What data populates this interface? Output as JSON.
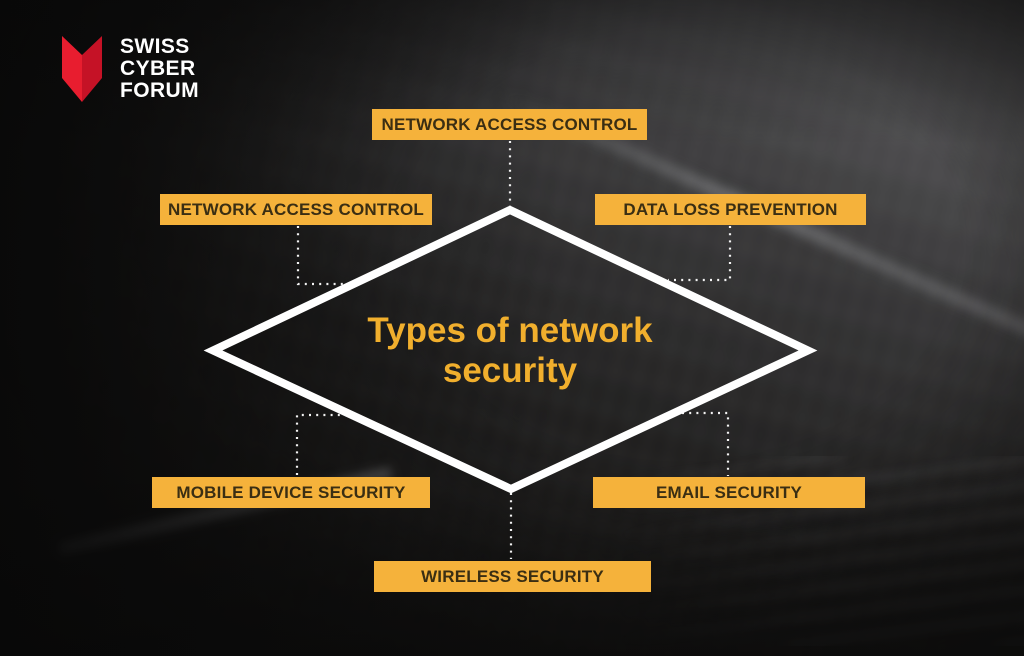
{
  "brand": {
    "name": "Swiss Cyber Forum",
    "lines": [
      "SWISS",
      "CYBER",
      "FORUM"
    ]
  },
  "title": {
    "text": "Types of network security"
  },
  "nodes": {
    "top": "NETWORK ACCESS CONTROL",
    "upper_left": "NETWORK ACCESS CONTROL",
    "upper_right": "DATA LOSS PREVENTION",
    "lower_left": "MOBILE DEVICE SECURITY",
    "lower_right": "EMAIL SECURITY",
    "bottom": "WIRELESS SECURITY"
  },
  "colors": {
    "label_bg": "#F5B23B",
    "label_text": "#3A2E13",
    "title_text": "#F1AF2D",
    "diamond_stroke": "#FFFFFF",
    "connector": "#FFFFFF",
    "background": "#151413",
    "logo_red_light": "#E81D2F",
    "logo_red_dark": "#C51226"
  }
}
